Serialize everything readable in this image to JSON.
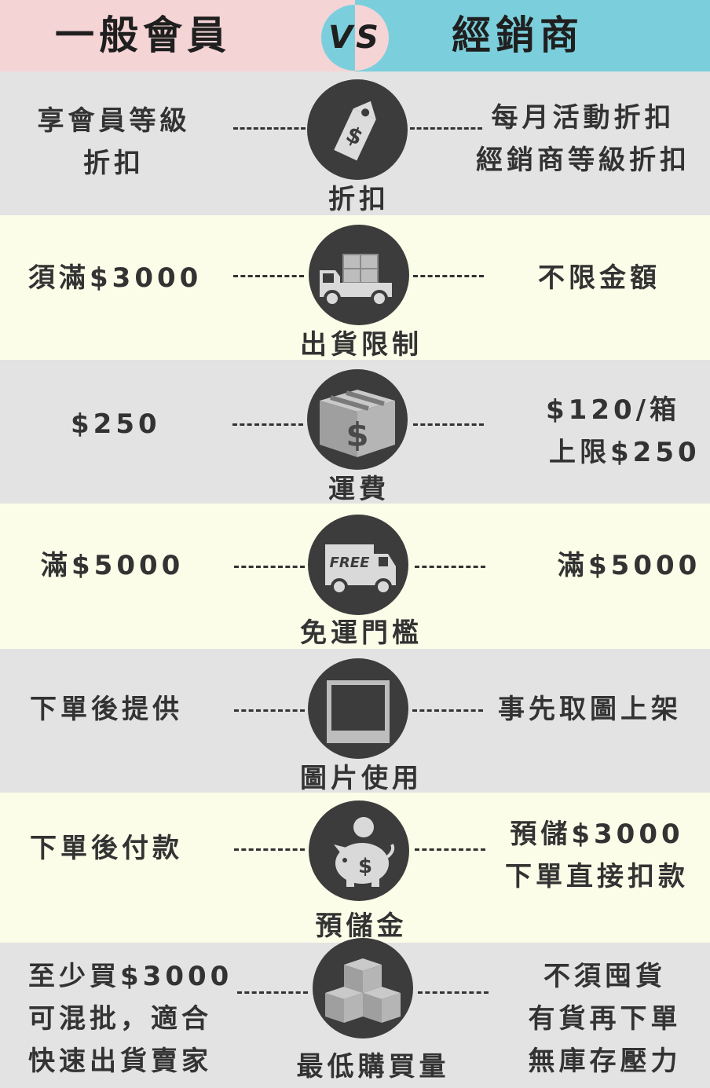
{
  "header": {
    "left_title": "一般會員",
    "vs": "VS",
    "right_title": "經銷商"
  },
  "rows": [
    {
      "category": "折扣",
      "left": [
        "享會員等級",
        "折扣"
      ],
      "right": [
        "每月活動折扣",
        "經銷商等級折扣"
      ],
      "icon": "price-tag-icon"
    },
    {
      "category": "出貨限制",
      "left": [
        "須滿$3000"
      ],
      "right": [
        "不限金額"
      ],
      "icon": "delivery-truck-icon"
    },
    {
      "category": "運費",
      "left": [
        "$250"
      ],
      "right": [
        "$120/箱",
        "上限$250"
      ],
      "icon": "money-box-icon"
    },
    {
      "category": "免運門檻",
      "left": [
        "滿$5000"
      ],
      "right": [
        "滿$5000"
      ],
      "icon": "free-truck-icon",
      "icon_text": "FREE"
    },
    {
      "category": "圖片使用",
      "left": [
        "下單後提供"
      ],
      "right": [
        "事先取圖上架"
      ],
      "icon": "photo-icon"
    },
    {
      "category": "預儲金",
      "left": [
        "下單後付款"
      ],
      "right": [
        "預儲$3000",
        "下單直接扣款"
      ],
      "icon": "piggy-bank-icon"
    },
    {
      "category": "最低購買量",
      "left": [
        "至少買$3000",
        "可混批，適合",
        "快速出貨賣家"
      ],
      "right": [
        "不須囤貨",
        "有貨再下單",
        "無庫存壓力"
      ],
      "icon": "boxes-icon"
    }
  ],
  "colors": {
    "header_left": "#f5d4d6",
    "header_right": "#7bcfdc",
    "row_gray": "#e3e3e3",
    "row_yellow": "#fcfde8",
    "icon_bg": "#3c3c3c"
  }
}
